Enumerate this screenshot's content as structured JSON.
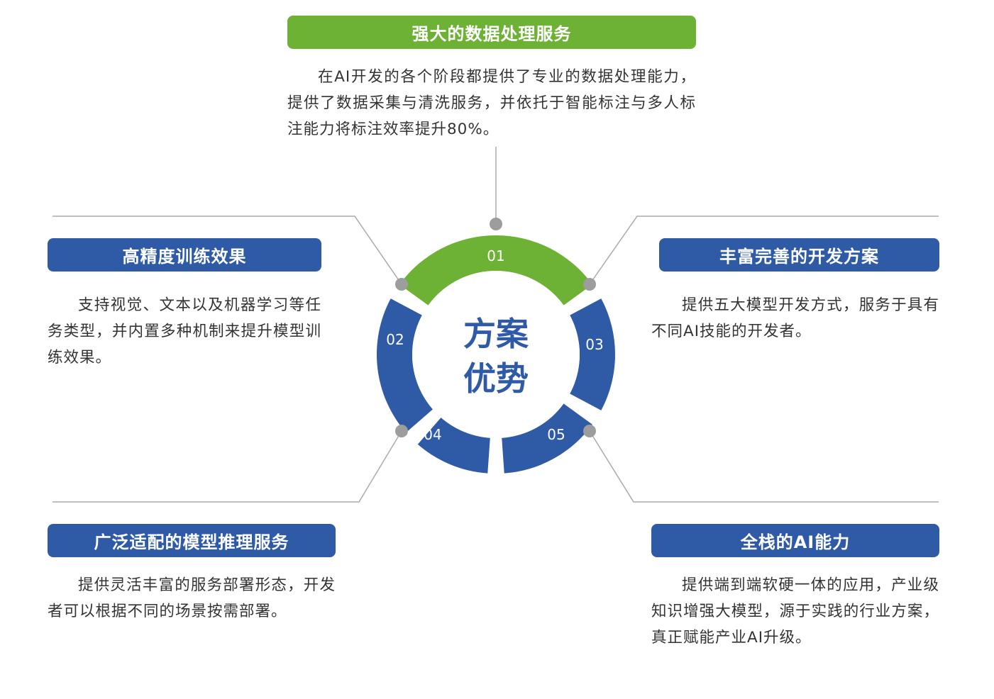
{
  "center_label": [
    "方案",
    "优势"
  ],
  "colors": {
    "green": "#6db135",
    "blue": "#2f5aa6",
    "connector": "#aaaaaa",
    "dot": "#9d9d9d"
  },
  "items": [
    {
      "number": "01",
      "title": "强大的数据处理服务",
      "color": "green",
      "description": "在AI开发的各个阶段都提供了专业的数据处理能力，提供了数据采集与清洗服务，并依托于智能标注与多人标注能力将标注效率提升80%。"
    },
    {
      "number": "02",
      "title": "高精度训练效果",
      "color": "blue",
      "description": "支持视觉、文本以及机器学习等任务类型，并内置多种机制来提升模型训练效果。"
    },
    {
      "number": "03",
      "title": "丰富完善的开发方案",
      "color": "blue",
      "description": "提供五大模型开发方式，服务于具有不同AI技能的开发者。"
    },
    {
      "number": "04",
      "title": "广泛适配的模型推理服务",
      "color": "blue",
      "description": "提供灵活丰富的服务部署形态，开发者可以根据不同的场景按需部署。"
    },
    {
      "number": "05",
      "title": "全栈的AI能力",
      "color": "blue",
      "description": "提供端到端软硬一体的应用，产业级知识增强大模型，源于实践的行业方案，真正赋能产业AI升级。"
    }
  ]
}
